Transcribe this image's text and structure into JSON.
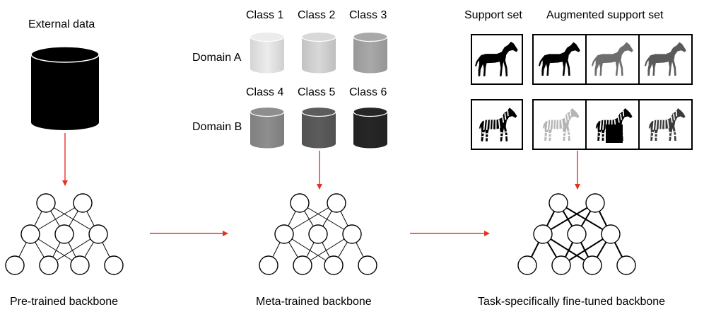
{
  "stage1": {
    "label": "External data",
    "caption": "Pre-trained backbone"
  },
  "stage2": {
    "classes": [
      "Class 1",
      "Class 2",
      "Class 3",
      "Class 4",
      "Class 5",
      "Class 6"
    ],
    "domains": [
      "Domain A",
      "Domain B"
    ],
    "caption": "Meta-trained backbone"
  },
  "stage3": {
    "support_label": "Support set",
    "augmented_label": "Augmented support set",
    "caption": "Task-specifically fine-tuned backbone"
  },
  "colors": {
    "arrow": "#e53323",
    "database": "#000000",
    "class_fills": [
      "#ececec",
      "#d8d8d8",
      "#a9a9a9",
      "#8e8e8e",
      "#5c5c5c",
      "#262626"
    ]
  }
}
